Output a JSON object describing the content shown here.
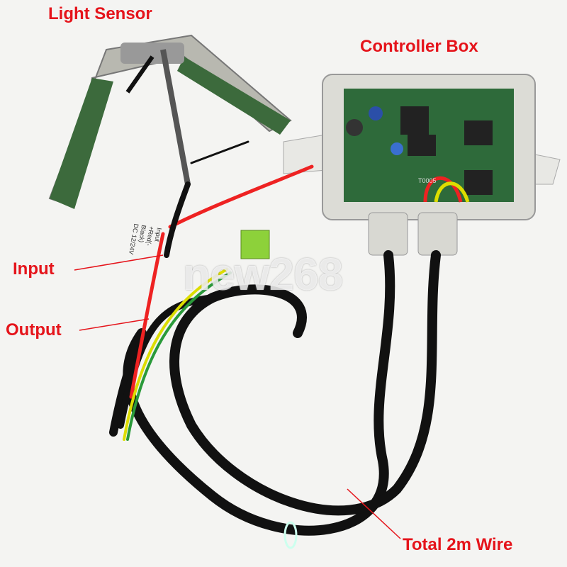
{
  "labels": {
    "light_sensor": "Light Sensor",
    "controller_box": "Controller Box",
    "input": "Input",
    "output": "Output",
    "wire": "Total 2m Wire"
  },
  "cable_tag": {
    "line1": "Input",
    "line2": "+Red(-Black)",
    "line3": "DC 12/24V"
  },
  "pcb_marking": "T0005",
  "watermark": "new268",
  "colors": {
    "label": "#e5141b",
    "cable": "#111111",
    "box": "#e8e8e4"
  }
}
